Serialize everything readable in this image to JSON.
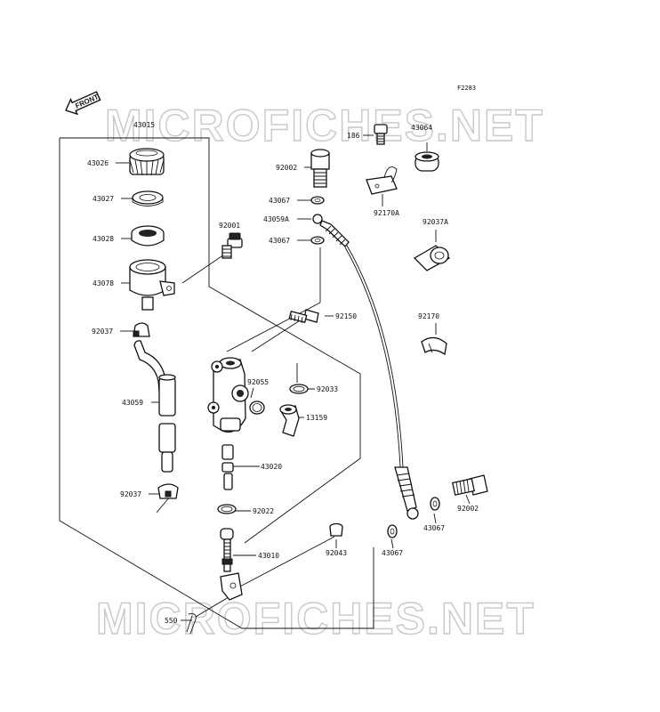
{
  "diagram_code": "F2283",
  "front_label": "FRONT",
  "watermark": "MICROFICHES.NET",
  "colors": {
    "line": "#111111",
    "watermark_stroke": "#c8c8c8",
    "background": "#ffffff"
  },
  "parts": {
    "p43015": "43015",
    "p43026": "43026",
    "p43027": "43027",
    "p43028": "43028",
    "p43078": "43078",
    "p92037_top": "92037",
    "p43059": "43059",
    "p92037_bottom": "92037",
    "p92001": "92001",
    "p92002_top": "92002",
    "p43067_a": "43067",
    "p43059A": "43059A",
    "p43067_b": "43067",
    "p186": "186",
    "p43064": "43064",
    "p92170A": "92170A",
    "p92037A": "92037A",
    "p92170": "92170",
    "p92150": "92150",
    "p92055": "92055",
    "p92033": "92033",
    "p13159": "13159",
    "p43020": "43020",
    "p92022": "92022",
    "p43010": "43010",
    "p92043": "92043",
    "p550": "550",
    "p43067_c": "43067",
    "p43067_d": "43067",
    "p92002_bottom": "92002"
  }
}
